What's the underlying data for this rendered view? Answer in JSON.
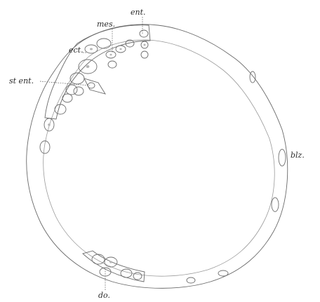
{
  "figure": {
    "labels": {
      "mes": "mes.",
      "ent": "ent.",
      "ect": "ect.",
      "stent": "st ent.",
      "blz": "blz.",
      "do": "do."
    },
    "colors": {
      "ink": "#2b2b2b",
      "line": "#6a6a6a",
      "paper": "#ffffff"
    }
  }
}
